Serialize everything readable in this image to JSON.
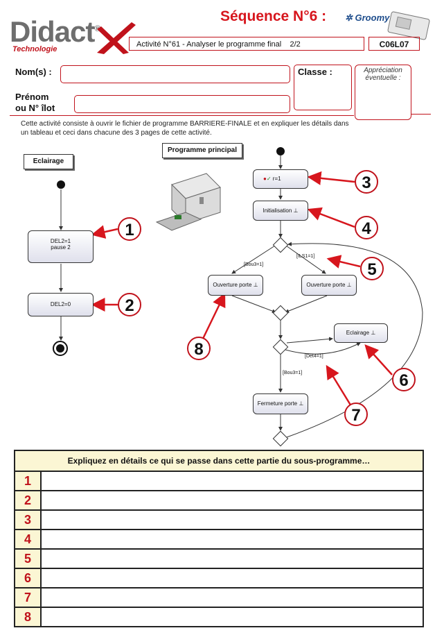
{
  "header": {
    "logo_text": "Didact",
    "logo_reg": "®",
    "logo_sub": "Technologie",
    "sequence_title": "Séquence N°6 :",
    "brand": "Groomy",
    "activity": "Activité N°61 - Analyser le programme final",
    "page": "2/2",
    "code": "C06L07"
  },
  "form": {
    "nom_label": "Nom(s) :",
    "prenom_label": "Prénom",
    "ilot_label": "ou N° îlot",
    "classe_label": "Classe :",
    "appreciation_label": "Appréciation éventuelle :"
  },
  "description": "Cette activité consiste à ouvrir le fichier de programme BARRIERE-FINALE et en expliquer les détails dans un tableau et ceci dans chacune des 3 pages de cette activité.",
  "diagram": {
    "left_title": "Eclairage",
    "right_title": "Programme principal",
    "left_states": [
      "DEL2=1",
      "pause 2",
      "DEL2=0"
    ],
    "right_states": {
      "var": "r=1",
      "init": "Initialisation",
      "open1": "Ouverture porte",
      "open2": "Ouverture porte",
      "light": "Eclairage",
      "close": "Fermeture porte"
    },
    "guards": [
      "[Bou3=1]",
      "[ILS1=1]",
      "[Det4=1]",
      "[Bou3=1]"
    ],
    "callouts": [
      "1",
      "2",
      "3",
      "4",
      "5",
      "6",
      "7",
      "8"
    ]
  },
  "table": {
    "header": "Expliquez en détails ce qui se passe dans cette partie du sous-programme…",
    "rows": [
      "1",
      "2",
      "3",
      "4",
      "5",
      "6",
      "7",
      "8"
    ]
  }
}
